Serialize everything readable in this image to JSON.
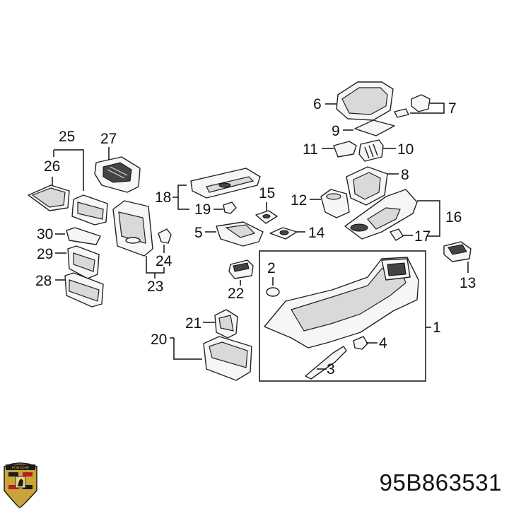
{
  "part_number": "95B863531",
  "brand_logo": "porsche-crest",
  "brand_logo_text": "PORSCHE",
  "callouts": {
    "c1": "1",
    "c2": "2",
    "c3": "3",
    "c4": "4",
    "c5": "5",
    "c6": "6",
    "c7": "7",
    "c8": "8",
    "c9": "9",
    "c10": "10",
    "c11": "11",
    "c12": "12",
    "c13": "13",
    "c14": "14",
    "c15": "15",
    "c16": "16",
    "c17": "17",
    "c18": "18",
    "c19": "19",
    "c20": "20",
    "c21": "21",
    "c22": "22",
    "c23": "23",
    "c24": "24",
    "c25": "25",
    "c26": "26",
    "c27": "27",
    "c28": "28",
    "c29": "29",
    "c30": "30"
  },
  "colors": {
    "ink": "#111111",
    "crest_gold": "#c9a43a",
    "crest_red": "#b51f24",
    "crest_black": "#1a1a1a"
  }
}
